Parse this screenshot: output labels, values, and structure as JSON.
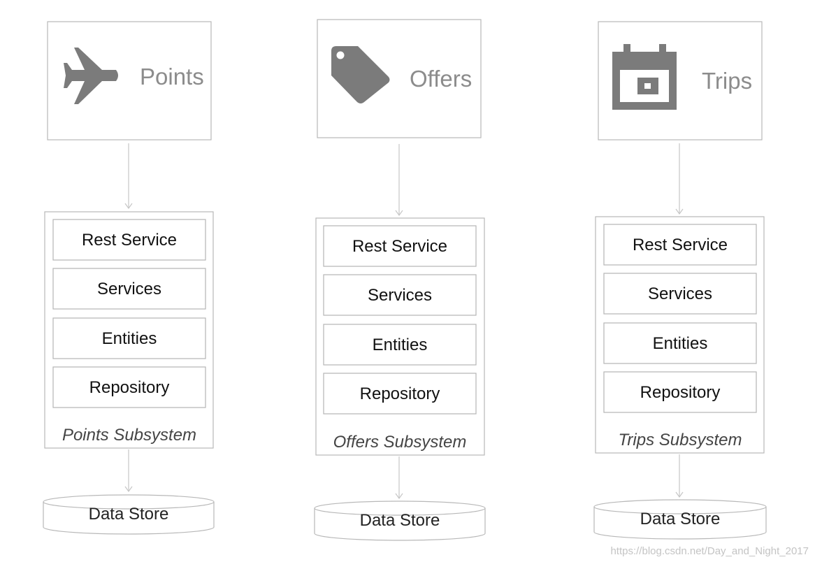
{
  "columns": [
    {
      "service": "Points",
      "icon": "airplane-icon",
      "layers": [
        "Rest Service",
        "Services",
        "Entities",
        "Repository"
      ],
      "subsystem": "Points Subsystem",
      "store": "Data Store"
    },
    {
      "service": "Offers",
      "icon": "price-tag-icon",
      "layers": [
        "Rest Service",
        "Services",
        "Entities",
        "Repository"
      ],
      "subsystem": "Offers Subsystem",
      "store": "Data Store"
    },
    {
      "service": "Trips",
      "icon": "calendar-icon",
      "layers": [
        "Rest Service",
        "Services",
        "Entities",
        "Repository"
      ],
      "subsystem": "Trips Subsystem",
      "store": "Data Store"
    }
  ],
  "watermark": "https://blog.csdn.net/Day_and_Night_2017",
  "colors": {
    "icon": "#7b7b7b",
    "service_title": "#8c8c8c",
    "border": "#b8b8b8",
    "connector": "#c6c6c6"
  }
}
